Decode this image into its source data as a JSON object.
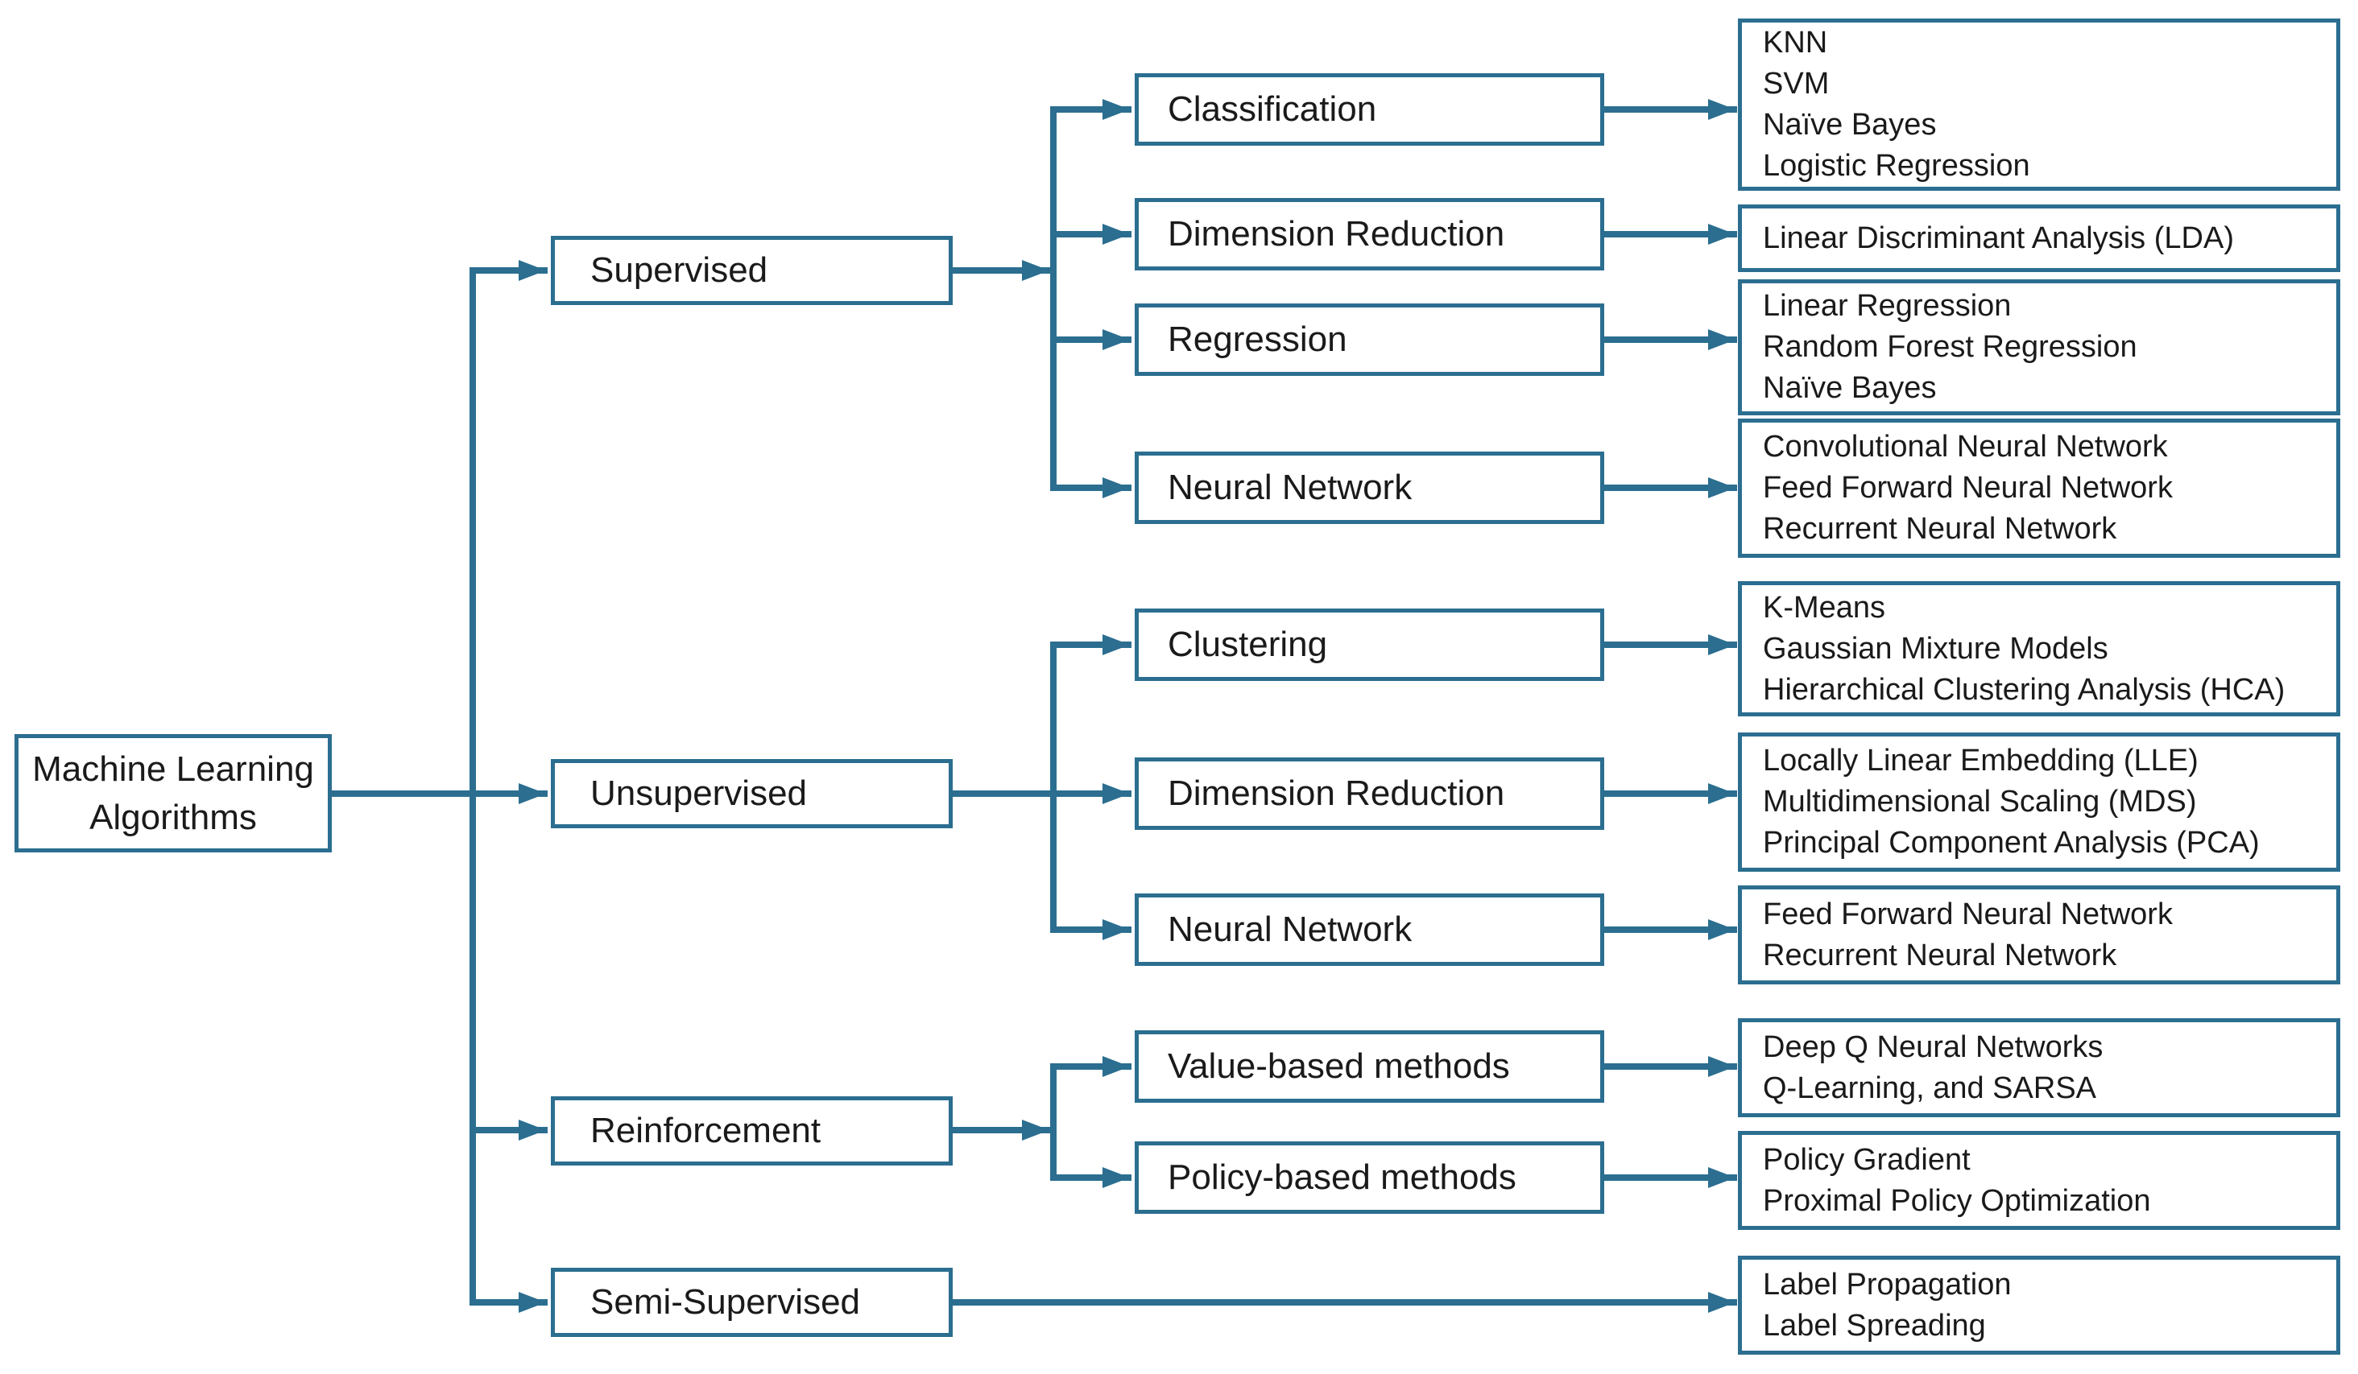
{
  "colors": {
    "line": "#2B6E90",
    "text": "#1A1A1A",
    "background": "#FFFFFF"
  },
  "root": {
    "label": "Machine Learning\nAlgorithms"
  },
  "branches": [
    {
      "label": "Supervised",
      "children": [
        {
          "label": "Classification",
          "algorithms": "KNN\nSVM\nNaïve Bayes\nLogistic Regression"
        },
        {
          "label": "Dimension Reduction",
          "algorithms": "Linear Discriminant Analysis (LDA)"
        },
        {
          "label": "Regression",
          "algorithms": "Linear Regression\nRandom Forest Regression\nNaïve Bayes"
        },
        {
          "label": "Neural Network",
          "algorithms": "Convolutional Neural Network\nFeed Forward Neural Network\nRecurrent Neural Network"
        }
      ]
    },
    {
      "label": "Unsupervised",
      "children": [
        {
          "label": "Clustering",
          "algorithms": "K-Means\nGaussian Mixture Models\nHierarchical Clustering Analysis (HCA)"
        },
        {
          "label": "Dimension Reduction",
          "algorithms": "Locally Linear Embedding (LLE)\nMultidimensional Scaling (MDS)\nPrincipal Component Analysis (PCA)"
        },
        {
          "label": "Neural Network",
          "algorithms": "Feed Forward Neural Network\nRecurrent Neural Network"
        }
      ]
    },
    {
      "label": "Reinforcement",
      "children": [
        {
          "label": "Value-based methods",
          "algorithms": "Deep Q Neural Networks\nQ-Learning, and SARSA"
        },
        {
          "label": "Policy-based methods",
          "algorithms": "Policy Gradient\nProximal Policy Optimization"
        }
      ]
    },
    {
      "label": "Semi-Supervised",
      "algorithms": "Label Propagation\nLabel Spreading"
    }
  ]
}
